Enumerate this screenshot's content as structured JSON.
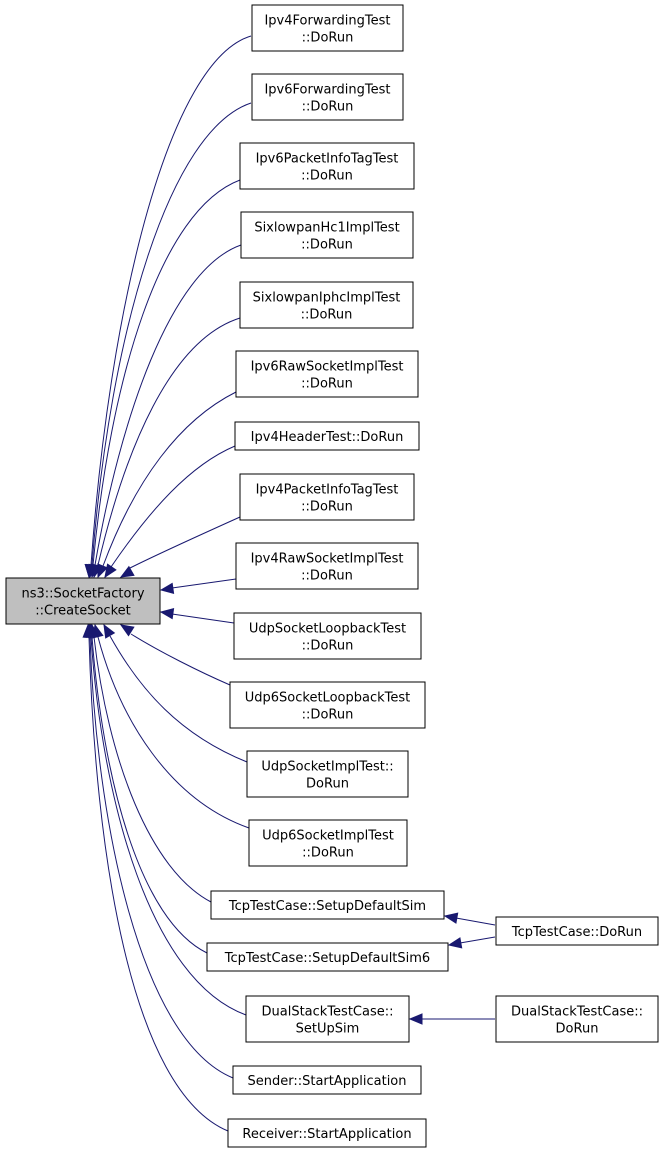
{
  "colors": {
    "edge": "#191970",
    "root_fill": "#bfbfbf",
    "node_fill": "#ffffff",
    "border": "#000000"
  },
  "root": {
    "id": "root",
    "lines": [
      "ns3::SocketFactory",
      "::CreateSocket"
    ]
  },
  "nodes": [
    {
      "id": "n1",
      "lines": [
        "Ipv4ForwardingTest",
        "::DoRun"
      ]
    },
    {
      "id": "n2",
      "lines": [
        "Ipv6ForwardingTest",
        "::DoRun"
      ]
    },
    {
      "id": "n3",
      "lines": [
        "Ipv6PacketInfoTagTest",
        "::DoRun"
      ]
    },
    {
      "id": "n4",
      "lines": [
        "SixlowpanHc1ImplTest",
        "::DoRun"
      ]
    },
    {
      "id": "n5",
      "lines": [
        "SixlowpanIphcImplTest",
        "::DoRun"
      ]
    },
    {
      "id": "n6",
      "lines": [
        "Ipv6RawSocketImplTest",
        "::DoRun"
      ]
    },
    {
      "id": "n7",
      "lines": [
        "Ipv4HeaderTest::DoRun"
      ]
    },
    {
      "id": "n8",
      "lines": [
        "Ipv4PacketInfoTagTest",
        "::DoRun"
      ]
    },
    {
      "id": "n9",
      "lines": [
        "Ipv4RawSocketImplTest",
        "::DoRun"
      ]
    },
    {
      "id": "n10",
      "lines": [
        "UdpSocketLoopbackTest",
        "::DoRun"
      ]
    },
    {
      "id": "n11",
      "lines": [
        "Udp6SocketLoopbackTest",
        "::DoRun"
      ]
    },
    {
      "id": "n12",
      "lines": [
        "UdpSocketImplTest::",
        "DoRun"
      ]
    },
    {
      "id": "n13",
      "lines": [
        "Udp6SocketImplTest",
        "::DoRun"
      ]
    },
    {
      "id": "n14",
      "lines": [
        "TcpTestCase::SetupDefaultSim"
      ]
    },
    {
      "id": "n15",
      "lines": [
        "TcpTestCase::SetupDefaultSim6"
      ]
    },
    {
      "id": "n16",
      "lines": [
        "DualStackTestCase::",
        "SetUpSim"
      ]
    },
    {
      "id": "n17",
      "lines": [
        "Sender::StartApplication"
      ]
    },
    {
      "id": "n18",
      "lines": [
        "Receiver::StartApplication"
      ]
    },
    {
      "id": "n19",
      "lines": [
        "TcpTestCase::DoRun"
      ]
    },
    {
      "id": "n20",
      "lines": [
        "DualStackTestCase::",
        "DoRun"
      ]
    }
  ]
}
